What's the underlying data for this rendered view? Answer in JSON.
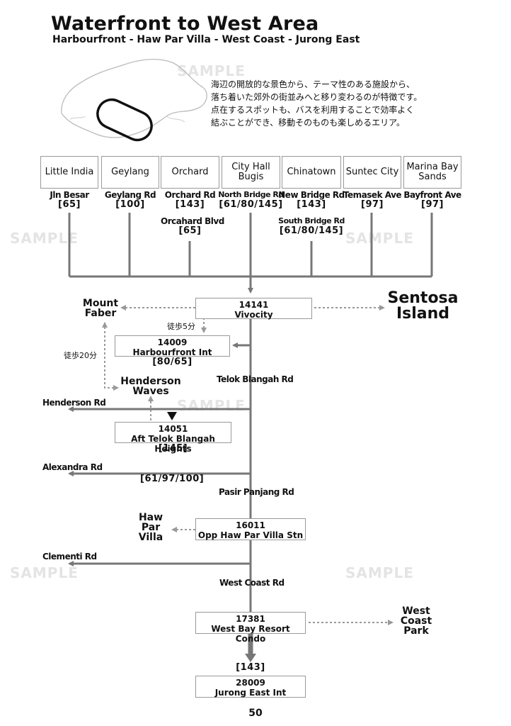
{
  "header": {
    "title": "Waterfront to West Area",
    "subtitle": "Harbourfront - Haw Par Villa - West Coast - Jurong East"
  },
  "intro": {
    "lines": [
      "海辺の開放的な景色から、テーマ性のある施設から、",
      "落ち着いた郊外の街並みへと移り変わるのが特徴です。",
      "点在するスポットも、バスを利用することで効率よく",
      "結ぶことができ、移動そのものも楽しめるエリア。"
    ]
  },
  "watermark": "SAMPLE",
  "areas": [
    {
      "name": "Little India",
      "road": "Jln Besar",
      "service": "[65]"
    },
    {
      "name": "Geylang",
      "road": "Geylang Rd",
      "service": "[100]"
    },
    {
      "name": "Orchard",
      "road": "Orchard Rd",
      "service": "[143]",
      "road2": "Orcahard Blvd",
      "service2": "[65]"
    },
    {
      "name": "City Hall Bugis",
      "road": "North Bridge Rd",
      "service": "[61/80/145]"
    },
    {
      "name": "Chinatown",
      "road": "New Bridge Rd",
      "service": "[143]",
      "road2": "South Bridge Rd",
      "service2": "[61/80/145]"
    },
    {
      "name": "Suntec City",
      "road": "Temasek Ave",
      "service": "[97]"
    },
    {
      "name": "Marina Bay Sands",
      "road": "Bayfront Ave",
      "service": "[97]"
    }
  ],
  "stops": {
    "vivocity": {
      "code": "14141",
      "name": "Vivocity"
    },
    "harbourfront": {
      "code": "14009",
      "name": "Harbourfront Int",
      "services": "[80/65]"
    },
    "telok": {
      "code": "14051",
      "name": "Aft Telok Blangah Heights",
      "services": "[145]"
    },
    "hawpar": {
      "code": "16011",
      "name": "Opp Haw Par Villa Stn"
    },
    "westbay": {
      "code": "17381",
      "name": "West Bay Resort Condo"
    },
    "jurong": {
      "code": "28009",
      "name": "Jurong East Int"
    }
  },
  "destinations": {
    "mount_faber": "Mount Faber",
    "sentosa": "Sentosa Island",
    "henderson_waves": "Henderson Waves",
    "haw_par_villa": "Haw Par Villa",
    "west_coast_park": "West Coast Park"
  },
  "walks": {
    "harbourfront": "徒歩5分",
    "mount_faber": "徒歩20分"
  },
  "roads": {
    "telok_blangah": "Telok Blangah Rd",
    "henderson": "Henderson Rd",
    "alexandra": "Alexandra Rd",
    "pasir_panjang": "Pasir Panjang Rd",
    "clementi": "Clementi Rd",
    "west_coast": "West Coast Rd"
  },
  "services": {
    "alexandra_section": "[61/97/100]",
    "final": "[143]"
  },
  "page_number": "50",
  "colors": {
    "line": "#777777",
    "box_border": "#999999"
  }
}
